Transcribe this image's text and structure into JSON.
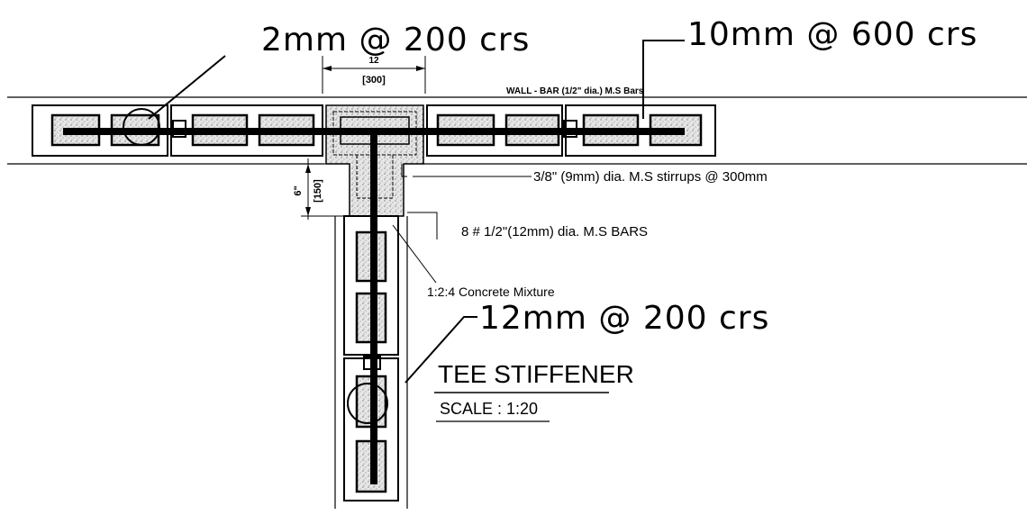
{
  "title": "TEE STIFFENER",
  "scale": "SCALE : 1:20",
  "callouts": {
    "top_left": "2mm @ 200 crs",
    "top_right": "10mm @ 600 crs",
    "middle": "12mm @ 200 crs"
  },
  "notes": {
    "wall_bar": "WALL - BAR (1/2\" dia.) M.S Bars",
    "stirrups": "3/8\" (9mm) dia. M.S stirrups @ 300mm",
    "bars": "8 # 1/2\"(12mm) dia. M.S BARS",
    "concrete": "1:2:4 Concrete Mixture"
  },
  "dimensions": {
    "top_in": "12",
    "top_mm": "[300]",
    "side_in": "6\"",
    "side_mm": "[150]"
  },
  "colors": {
    "line": "#000000",
    "concrete_fill": "#dcdcdc",
    "background": "#ffffff"
  }
}
